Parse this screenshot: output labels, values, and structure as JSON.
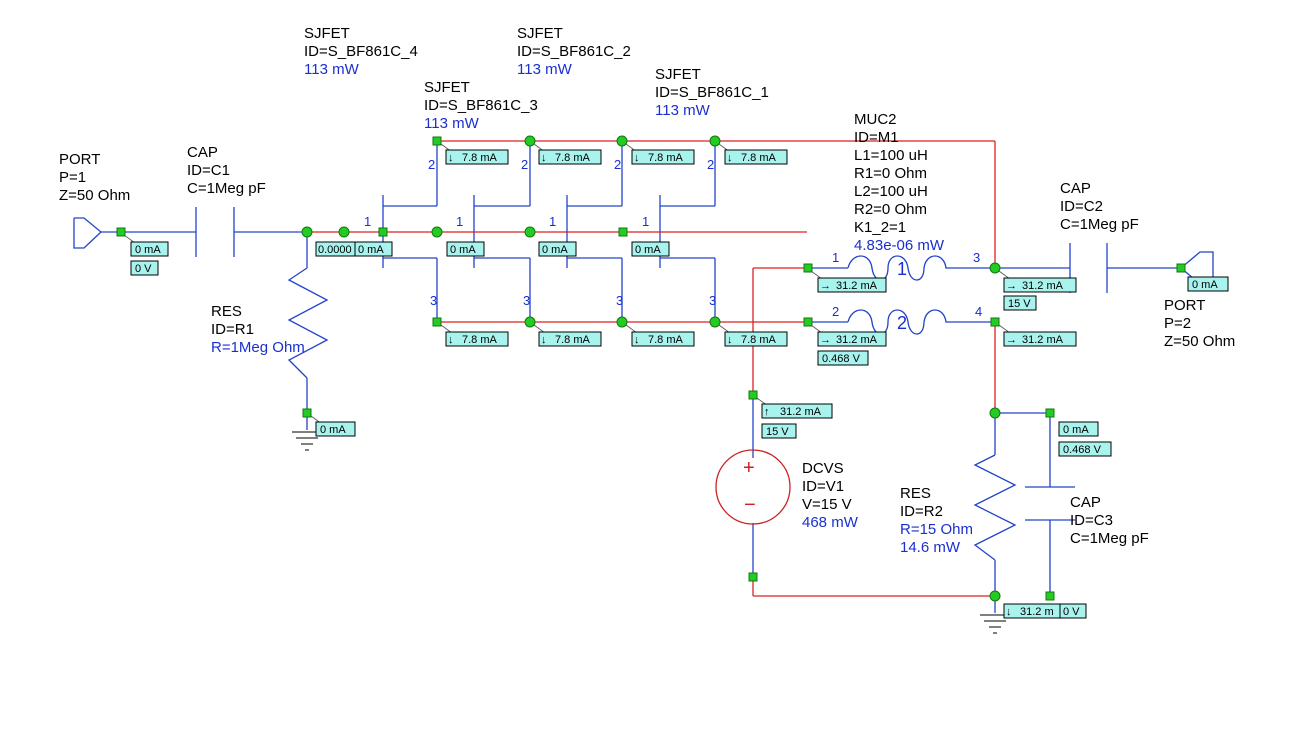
{
  "components": {
    "port1": {
      "type": "PORT",
      "id": "P=1",
      "z": "Z=50 Ohm"
    },
    "port2": {
      "type": "PORT",
      "id": "P=2",
      "z": "Z=50 Ohm"
    },
    "c1": {
      "type": "CAP",
      "id": "ID=C1",
      "value": "C=1Meg pF"
    },
    "c2": {
      "type": "CAP",
      "id": "ID=C2",
      "value": "C=1Meg pF"
    },
    "c3": {
      "type": "CAP",
      "id": "ID=C3",
      "value": "C=1Meg pF"
    },
    "r1": {
      "type": "RES",
      "id": "ID=R1",
      "value": "R=1Meg Ohm"
    },
    "r2": {
      "type": "RES",
      "id": "ID=R2",
      "value": "R=15 Ohm",
      "power": "14.6 mW"
    },
    "q4": {
      "type": "SJFET",
      "id": "ID=S_BF861C_4",
      "power": "113 mW"
    },
    "q2": {
      "type": "SJFET",
      "id": "ID=S_BF861C_2",
      "power": "113 mW"
    },
    "q3": {
      "type": "SJFET",
      "id": "ID=S_BF861C_3",
      "power": "113 mW"
    },
    "q1": {
      "type": "SJFET",
      "id": "ID=S_BF861C_1",
      "power": "113 mW"
    },
    "m1": {
      "type": "MUC2",
      "id": "ID=M1",
      "l1": "L1=100 uH",
      "r1": "R1=0 Ohm",
      "l2": "L2=100 uH",
      "r2": "R2=0 Ohm",
      "k": "K1_2=1",
      "power": "4.83e-06 mW",
      "coil1": "1",
      "coil2": "2"
    },
    "v1": {
      "type": "DCVS",
      "id": "ID=V1",
      "value": "V=15 V",
      "power": "468 mW",
      "plus": "+",
      "minus": "−"
    }
  },
  "pin_numbers": {
    "one": "1",
    "two": "2",
    "three": "3",
    "four": "4"
  },
  "annotations": {
    "cur_0mA": "0 mA",
    "cur_partial": "0.0000",
    "volt_0V": "0 V",
    "cur_78": "7.8 mA",
    "cur_312": "31.2 mA",
    "cur_312_trunc": "31.2 m",
    "volt_15V": "15 V",
    "volt_0468": "0.468 V"
  },
  "colors": {
    "wire_blue": "#2244cc",
    "wire_red": "#dd2222",
    "node_green": "#22cc22",
    "annotation_fill": "#a8f3ee",
    "label_blue": "#1a2fd0"
  }
}
